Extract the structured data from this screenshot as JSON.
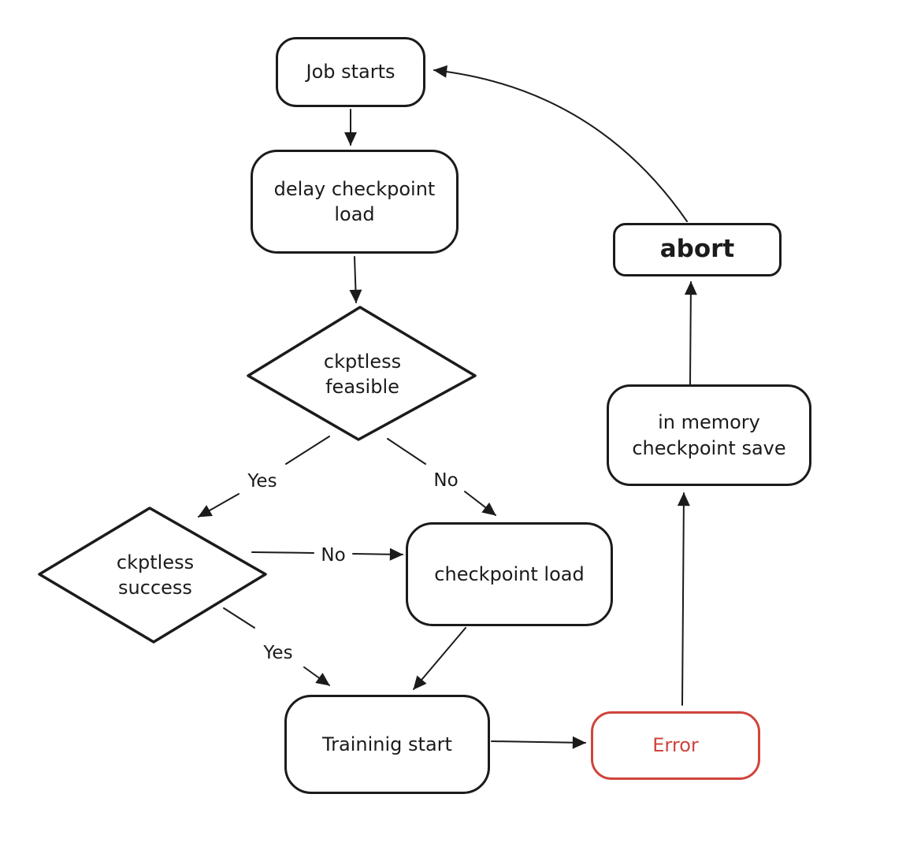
{
  "diagram": {
    "type": "flowchart",
    "style": "hand-drawn",
    "colors": {
      "background": "#ffffff",
      "stroke": "#1b1b1b",
      "error_accent": "#d0443c"
    },
    "nodes": {
      "job_starts": {
        "label": "Job starts",
        "shape": "rounded-rect"
      },
      "delay_ckpt_load": {
        "label": "delay checkpoint load",
        "shape": "rounded-rect"
      },
      "ckptless_feasible": {
        "label": "ckptless feasible",
        "shape": "diamond"
      },
      "ckptless_success": {
        "label": "ckptless success",
        "shape": "diamond"
      },
      "checkpoint_load": {
        "label": "checkpoint load",
        "shape": "rounded-rect"
      },
      "traininig_start": {
        "label": "Traininig start",
        "shape": "rounded-rect"
      },
      "error": {
        "label": "Error",
        "shape": "rounded-rect",
        "color": "#d0443c"
      },
      "in_memory_save": {
        "label": "in memory checkpoint save",
        "shape": "rounded-rect"
      },
      "abort": {
        "label": "abort",
        "shape": "rounded-rect"
      }
    },
    "edges": [
      {
        "from": "job_starts",
        "to": "delay_ckpt_load",
        "label": ""
      },
      {
        "from": "delay_ckpt_load",
        "to": "ckptless_feasible",
        "label": ""
      },
      {
        "from": "ckptless_feasible",
        "to": "ckptless_success",
        "label": "Yes"
      },
      {
        "from": "ckptless_feasible",
        "to": "checkpoint_load",
        "label": "No"
      },
      {
        "from": "ckptless_success",
        "to": "checkpoint_load",
        "label": "No"
      },
      {
        "from": "ckptless_success",
        "to": "traininig_start",
        "label": "Yes"
      },
      {
        "from": "checkpoint_load",
        "to": "traininig_start",
        "label": ""
      },
      {
        "from": "traininig_start",
        "to": "error",
        "label": ""
      },
      {
        "from": "error",
        "to": "in_memory_save",
        "label": ""
      },
      {
        "from": "in_memory_save",
        "to": "abort",
        "label": ""
      },
      {
        "from": "abort",
        "to": "job_starts",
        "label": ""
      }
    ],
    "edge_labels": {
      "feasible_yes": "Yes",
      "feasible_no": "No",
      "success_no": "No",
      "success_yes": "Yes"
    }
  }
}
